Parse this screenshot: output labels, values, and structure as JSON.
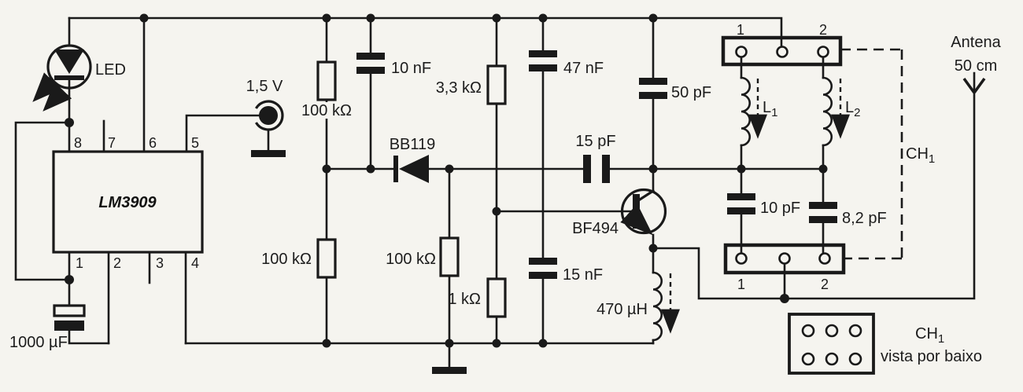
{
  "colors": {
    "ink": "#1a1a1a",
    "paper": "#f5f4ef"
  },
  "components": {
    "led": {
      "label": "LED"
    },
    "ic": {
      "label": "LM3909",
      "pins_top": [
        "8",
        "7",
        "6",
        "5"
      ],
      "pins_bottom": [
        "1",
        "2",
        "3",
        "4"
      ]
    },
    "battery": {
      "label": "1,5 V"
    },
    "cap_1000uf": {
      "label": "1000 µF"
    },
    "res_100k_top": {
      "label": "100 kΩ"
    },
    "res_100k_left": {
      "label": "100 kΩ"
    },
    "res_100k_right": {
      "label": "100 kΩ"
    },
    "cap_10nf": {
      "label": "10 nF"
    },
    "res_3k3": {
      "label": "3,3 kΩ"
    },
    "cap_47nf": {
      "label": "47 nF"
    },
    "diode": {
      "label": "BB119"
    },
    "cap_15pf": {
      "label": "15 pF"
    },
    "cap_50pf": {
      "label": "50 pF"
    },
    "res_1k": {
      "label": "1 kΩ"
    },
    "cap_15nf": {
      "label": "15 nF"
    },
    "transistor": {
      "label": "BF494"
    },
    "coil_470uh": {
      "label": "470 µH"
    },
    "coil_l1": {
      "text": "L",
      "sub": "1"
    },
    "coil_l2": {
      "text": "L",
      "sub": "2"
    },
    "cap_10pf": {
      "label": "10 pF"
    },
    "cap_8p2pf": {
      "label": "8,2 pF"
    },
    "switch_ch1": {
      "text": "CH",
      "sub": "1"
    },
    "conn_top": {
      "pin1": "1",
      "pin2": "2"
    },
    "conn_bottom": {
      "pin1": "1",
      "pin2": "2"
    },
    "antenna": {
      "line1": "Antena",
      "line2": "50 cm"
    },
    "bottom_view": {
      "text": "CH",
      "sub": "1",
      "caption": "vista por baixo"
    }
  }
}
